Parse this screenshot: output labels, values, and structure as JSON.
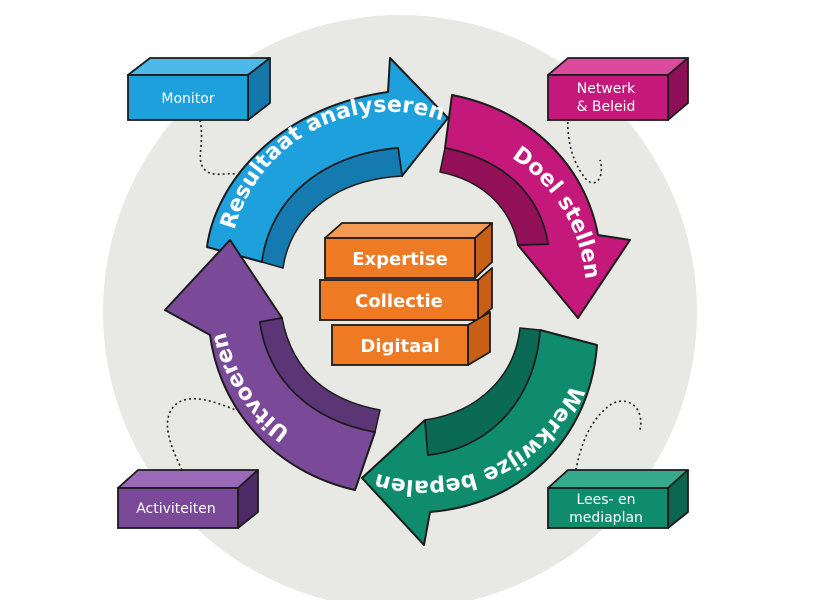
{
  "colors": {
    "background_circle": "#e8e8e4",
    "blue": "#1ea0dc",
    "magenta": "#c4187a",
    "green": "#0f8c6e",
    "purple": "#7a4a98",
    "orange": "#ee7a24",
    "outline": "#1b1b1b"
  },
  "cycle": {
    "arrows": [
      {
        "label": "Resultaat analyseren",
        "color": "#1ea0dc"
      },
      {
        "label": "Doel stellen",
        "color": "#c4187a"
      },
      {
        "label": "Werkwijze bepalen",
        "color": "#0f8c6e"
      },
      {
        "label": "Uitvoeren",
        "color": "#7a4a98"
      }
    ]
  },
  "center_bricks": [
    "Expertise",
    "Collectie",
    "Digitaal"
  ],
  "side_boxes": {
    "monitor": {
      "line1": "Monitor",
      "color": "#1ea0dc"
    },
    "netwerk": {
      "line1": "Netwerk",
      "line2": "& Beleid",
      "color": "#c4187a"
    },
    "activiteiten": {
      "line1": "Activiteiten",
      "color": "#7a4a98"
    },
    "lees": {
      "line1": "Lees- en",
      "line2": "mediaplan",
      "color": "#0f8c6e"
    }
  }
}
